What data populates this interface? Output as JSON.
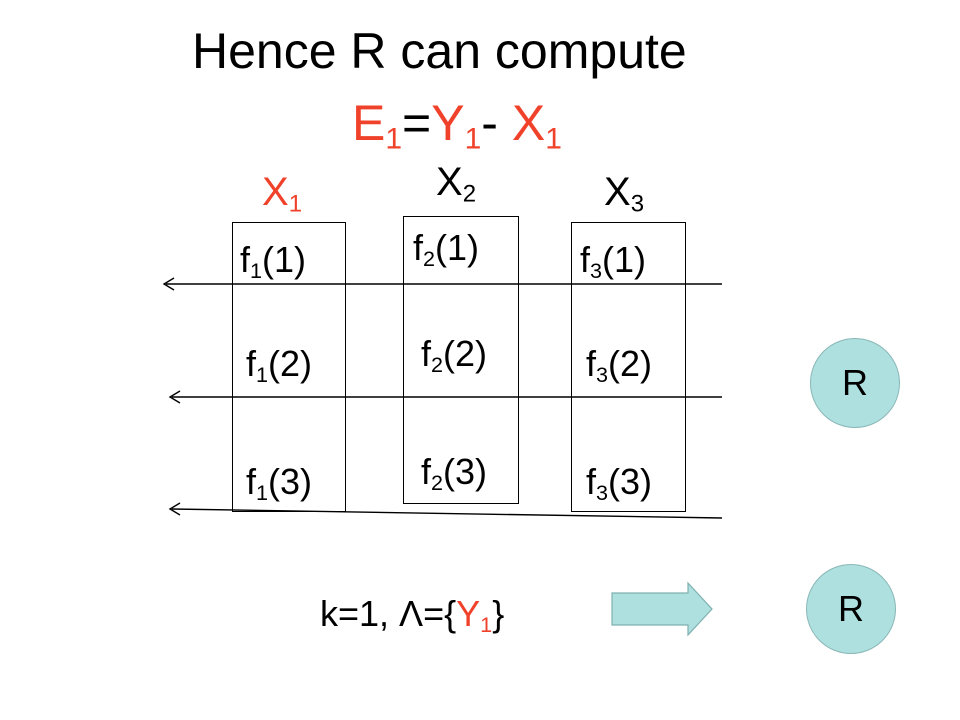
{
  "title": {
    "line1": "Hence R can compute",
    "line2": {
      "a": "E",
      "a_sub": "1",
      "eq": "=",
      "b": "Y",
      "b_sub": "1",
      "minus": "- ",
      "c": "X",
      "c_sub": "1"
    }
  },
  "columns": [
    {
      "head": "X",
      "head_sub": "2",
      "fname": "f",
      "sub": "2",
      "items": [
        "(1)",
        "(2)",
        "(3)"
      ]
    },
    {
      "head": "X",
      "head_sub": "1",
      "fname": "f",
      "sub": "1",
      "items": [
        "(1)",
        "(2)",
        "(3)"
      ]
    },
    {
      "head": "X",
      "head_sub": "3",
      "fname": "f",
      "sub": "3",
      "items": [
        "(1)",
        "(2)",
        "(3)"
      ]
    }
  ],
  "nodes": {
    "r_top": "R",
    "r_bottom": "R"
  },
  "bottom": {
    "prefix": "k=1, Λ={",
    "y": "Y",
    "y_sub": "1",
    "suffix": "}"
  },
  "colors": {
    "accent_red": "#f0412a",
    "node_fill": "#aee0e0",
    "arrow_fill": "#aee0e0"
  }
}
